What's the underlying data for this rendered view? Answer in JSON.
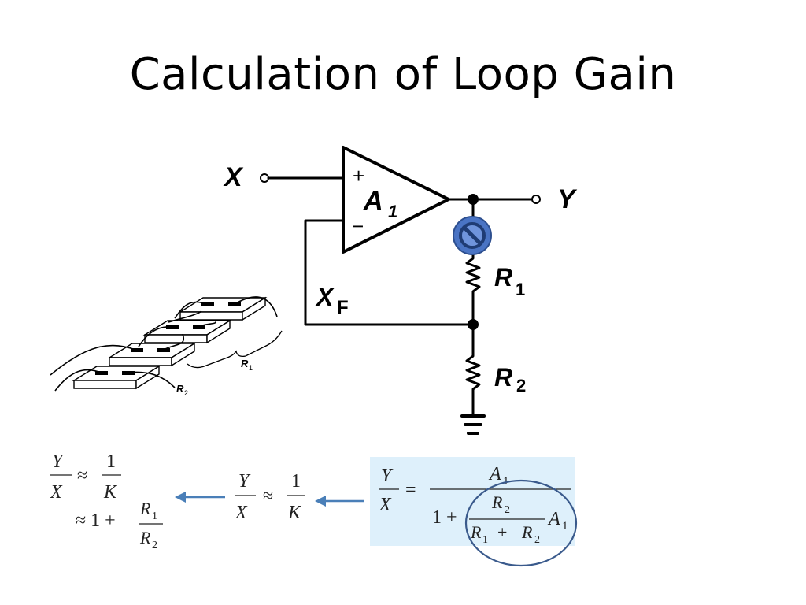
{
  "slide": {
    "title": "Calculation of Loop Gain"
  },
  "circuit": {
    "input_label": "X",
    "output_label": "Y",
    "amp_label_main": "A",
    "amp_label_sub": "1",
    "plus_sign": "+",
    "minus_sign": "−",
    "feedback_label_main": "X",
    "feedback_label_sub": "F",
    "r1_main": "R",
    "r1_sub": "1",
    "r2_main": "R",
    "r2_sub": "2"
  },
  "sketch": {
    "r1_main": "R",
    "r1_sub": "1",
    "r2_main": "R",
    "r2_sub": "2"
  },
  "equations": {
    "left": {
      "frac_num": "Y",
      "frac_den": "X",
      "approx": "≈",
      "k_num": "1",
      "k_den": "K",
      "approx2": "≈ 1 +",
      "r_num_main": "R",
      "r_num_sub": "1",
      "r_den_main": "R",
      "r_den_sub": "2"
    },
    "middle": {
      "frac_num": "Y",
      "frac_den": "X",
      "approx": "≈",
      "k_num": "1",
      "k_den": "K"
    },
    "right": {
      "frac_num": "Y",
      "frac_den": "X",
      "equals": "=",
      "num_main": "A",
      "num_sub": "1",
      "den_prefix": "1 +",
      "inner_num_main": "R",
      "inner_num_sub": "2",
      "inner_den_a_main": "R",
      "inner_den_a_sub": "1",
      "inner_den_plus": "+",
      "inner_den_b_main": "R",
      "inner_den_b_sub": "2",
      "tail_main": "A",
      "tail_sub": "1"
    }
  },
  "colors": {
    "highlight_box": "#def0fb",
    "arrow": "#4a7fb8",
    "ellipse": "#3a5a8c",
    "no_symbol_fill": "#4a74c4",
    "no_symbol_stroke": "#2d4f8f"
  }
}
